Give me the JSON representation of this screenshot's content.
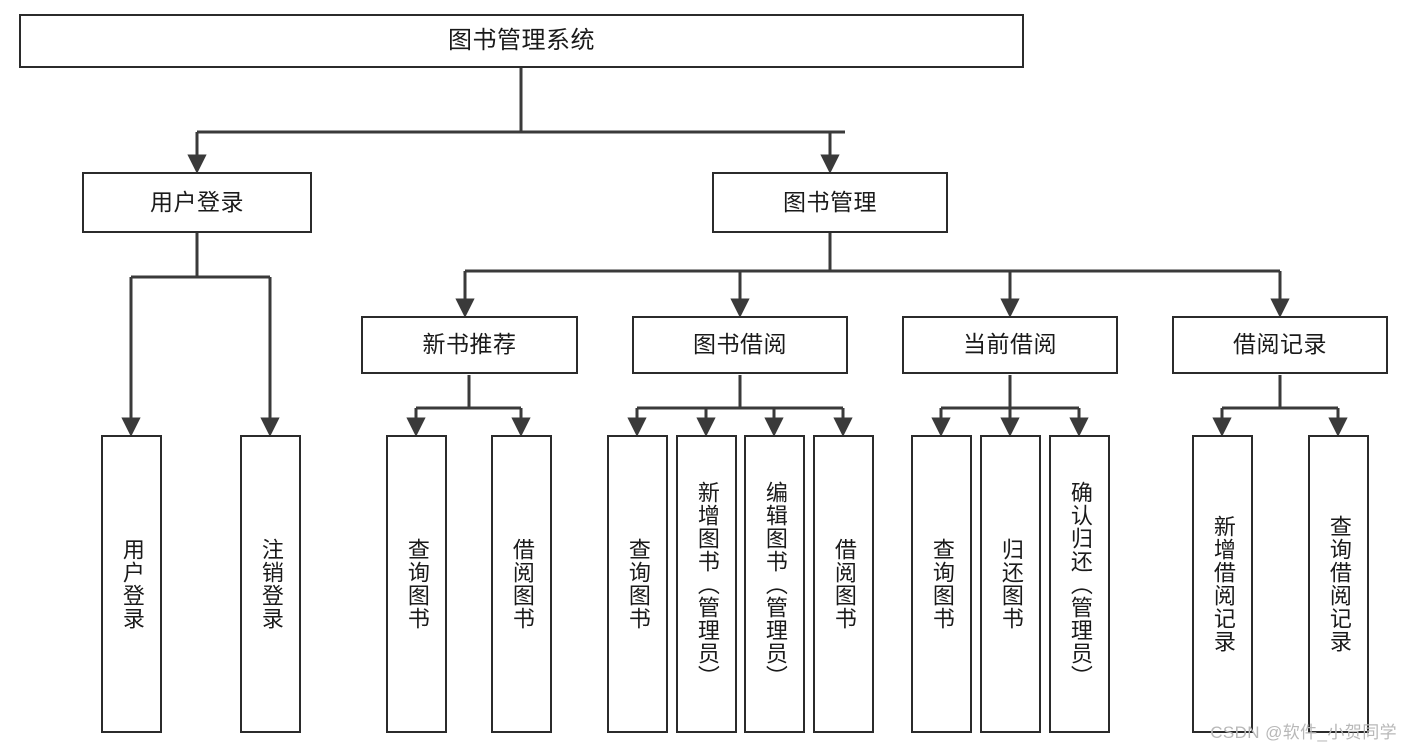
{
  "diagram": {
    "title": "图书管理系统",
    "type": "tree-hierarchy",
    "watermark": "CSDN @软件_小贺同学",
    "colors": {
      "box_border": "#2b2b2b",
      "box_fill": "#ffffff",
      "connector": "#3a3a3a",
      "text": "#1a1a1a",
      "watermark": "#b8b8b8"
    }
  },
  "nodes": {
    "root": {
      "label": "图书管理系统"
    },
    "level2": [
      {
        "label": "用户登录"
      },
      {
        "label": "图书管理"
      }
    ],
    "level3": [
      {
        "label": "新书推荐"
      },
      {
        "label": "图书借阅"
      },
      {
        "label": "当前借阅"
      },
      {
        "label": "借阅记录"
      }
    ],
    "leaves": {
      "user_login": [
        {
          "label": "用户登录"
        },
        {
          "label": "注销登录"
        }
      ],
      "new_book": [
        {
          "label": "查询图书"
        },
        {
          "label": "借阅图书"
        }
      ],
      "book_borrow": [
        {
          "label": "查询图书"
        },
        {
          "label": "新增图书（管理员）"
        },
        {
          "label": "编辑图书（管理员）"
        },
        {
          "label": "借阅图书"
        }
      ],
      "current_borrow": [
        {
          "label": "查询图书"
        },
        {
          "label": "归还图书"
        },
        {
          "label": "确认归还（管理员）"
        }
      ],
      "borrow_record": [
        {
          "label": "新增借阅记录"
        },
        {
          "label": "查询借阅记录"
        }
      ]
    }
  }
}
